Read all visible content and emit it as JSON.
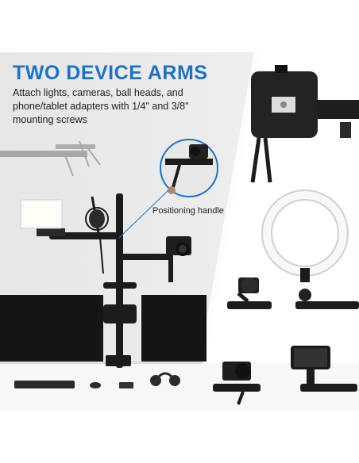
{
  "headline": "TWO DEVICE ARMS",
  "description": "Attach lights, cameras, ball heads, and phone/tablet adapters with 1/4\" and 3/8\" mounting screws",
  "callout_label": "Positioning handle",
  "colors": {
    "headline": "#1a73c9",
    "arm": "#1c1c1c",
    "background": "#ececec"
  },
  "icons": [
    "led-panel-light",
    "microphone",
    "camera",
    "ring-light",
    "ball-head",
    "phone-holder",
    "mounting-plate",
    "keyboard",
    "mouse",
    "headphones",
    "phone"
  ]
}
